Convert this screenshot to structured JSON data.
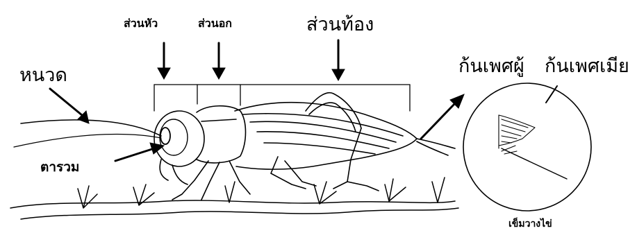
{
  "labels": {
    "head": "ส่วนหัว",
    "thorax": "ส่วนอก",
    "abdomen": "ส่วนท้อง",
    "antenna": "หนวด",
    "compound_eye": "ตารวม",
    "male_cerci": "ก้นเพศผู้",
    "female_cerci": "ก้นเพศเมีย",
    "ovipositor": "เข็มวางไข่"
  }
}
